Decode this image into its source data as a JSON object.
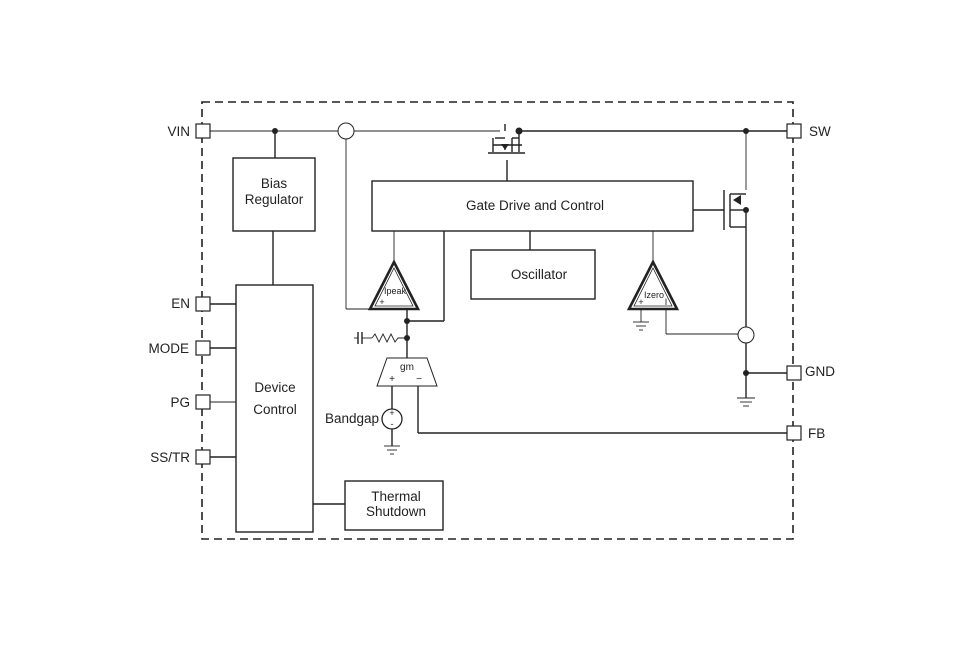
{
  "pins": {
    "vin": "VIN",
    "en": "EN",
    "mode": "MODE",
    "pg": "PG",
    "sstr": "SS/TR",
    "sw": "SW",
    "gnd": "GND",
    "fb": "FB"
  },
  "blocks": {
    "bias_line1": "Bias",
    "bias_line2": "Regulator",
    "device_line1": "Device",
    "device_line2": "Control",
    "thermal_line1": "Thermal",
    "thermal_line2": "Shutdown",
    "gate_drive": "Gate Drive and Control",
    "oscillator": "Oscillator"
  },
  "comparators": {
    "ipeak": "Ipeak",
    "ipeak_plus": "+",
    "izero": "Izero",
    "izero_plus": "+",
    "izero_minus": "I",
    "gm": "gm",
    "gm_plus": "+",
    "gm_minus": "−"
  },
  "bandgap": {
    "label": "Bandgap",
    "plus": "+",
    "minus": "-"
  }
}
